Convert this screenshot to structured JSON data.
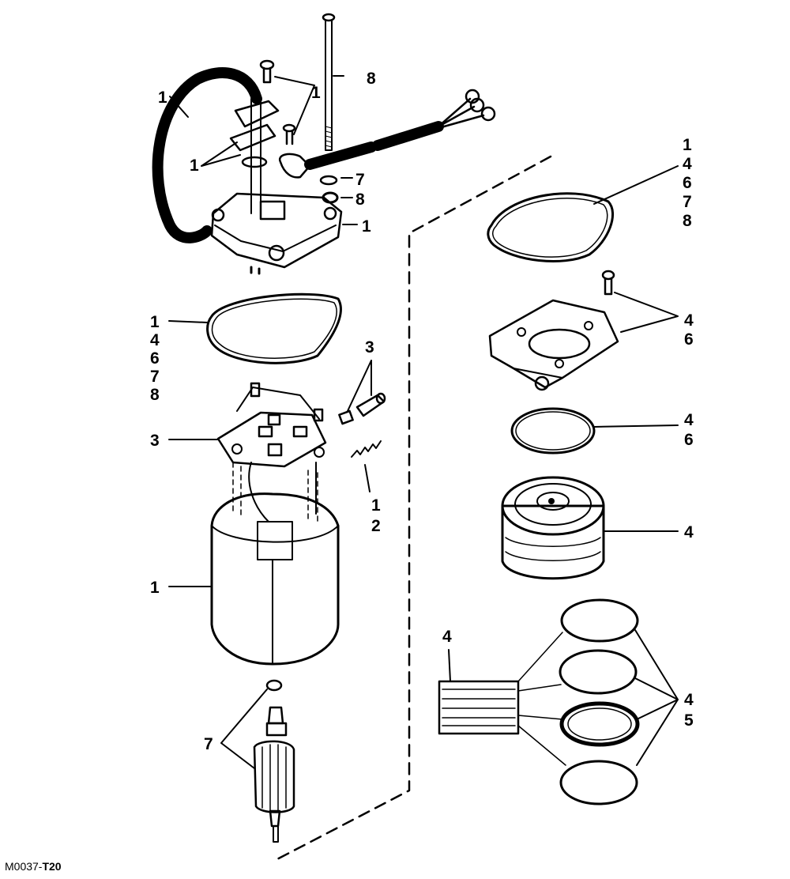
{
  "labels": {
    "hose_1": "1",
    "screws_1": "1",
    "clamps_1": "1",
    "thru_bolt_8": "8",
    "washer_7": "7",
    "nut_8": "8",
    "end_cap_1": "1",
    "seal_top_left": [
      "1",
      "4",
      "6",
      "7",
      "8"
    ],
    "seal_top_right": [
      "1",
      "4",
      "6",
      "7",
      "8"
    ],
    "brush_parts_3": "3",
    "brush_plate_3": "3",
    "spring": [
      "1",
      "2"
    ],
    "field_frame_1": "1",
    "end_plate_bolts": [
      "4",
      "6"
    ],
    "oring": [
      "4",
      "6"
    ],
    "pump_body_4": "4",
    "valve_stack_4": "4",
    "rings": [
      "4",
      "5"
    ],
    "armature_washer_7": "7"
  },
  "figure_code": {
    "prefix": "M0037-",
    "suffix": "T20"
  }
}
